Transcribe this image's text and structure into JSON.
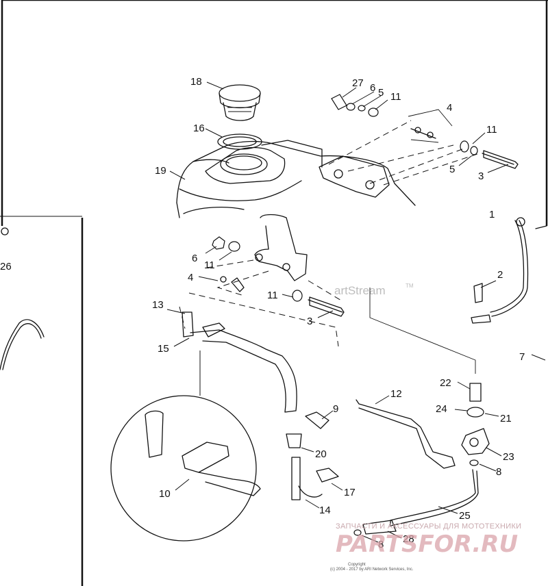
{
  "callouts": [
    {
      "id": "c18",
      "label": "18"
    },
    {
      "id": "c16",
      "label": "16"
    },
    {
      "id": "c19",
      "label": "19"
    },
    {
      "id": "c27",
      "label": "27"
    },
    {
      "id": "c6a",
      "label": "6"
    },
    {
      "id": "c5a",
      "label": "5"
    },
    {
      "id": "c11a",
      "label": "11"
    },
    {
      "id": "c4a",
      "label": "4"
    },
    {
      "id": "c11b",
      "label": "11"
    },
    {
      "id": "c5b",
      "label": "5"
    },
    {
      "id": "c3a",
      "label": "3"
    },
    {
      "id": "c1",
      "label": "1"
    },
    {
      "id": "c26",
      "label": "26"
    },
    {
      "id": "c6b",
      "label": "6"
    },
    {
      "id": "c11c",
      "label": "11"
    },
    {
      "id": "c4b",
      "label": "4"
    },
    {
      "id": "c11d",
      "label": "11"
    },
    {
      "id": "c3b",
      "label": "3"
    },
    {
      "id": "c2",
      "label": "2"
    },
    {
      "id": "c13",
      "label": "13"
    },
    {
      "id": "c15",
      "label": "15"
    },
    {
      "id": "c7",
      "label": "7"
    },
    {
      "id": "c22",
      "label": "22"
    },
    {
      "id": "c12",
      "label": "12"
    },
    {
      "id": "c24",
      "label": "24"
    },
    {
      "id": "c21",
      "label": "21"
    },
    {
      "id": "c9",
      "label": "9"
    },
    {
      "id": "c20",
      "label": "20"
    },
    {
      "id": "c23",
      "label": "23"
    },
    {
      "id": "c8a",
      "label": "8"
    },
    {
      "id": "c10",
      "label": "10"
    },
    {
      "id": "c17",
      "label": "17"
    },
    {
      "id": "c14",
      "label": "14"
    },
    {
      "id": "c25",
      "label": "25"
    },
    {
      "id": "c28",
      "label": "28"
    },
    {
      "id": "c8b",
      "label": "8"
    }
  ],
  "watermark": {
    "artstream": "artStream",
    "artstream_tm": "TM",
    "shop_caption": "ЗАПЧАСТИ И АКСЕССУАРЫ ДЛЯ МОТОТЕХНИКИ",
    "logo_text": "PARTSFOR.RU",
    "copyright_title": "Copyright",
    "copyright_line": "(c) 2004 - 2017 by ARI Network Services, Inc."
  },
  "colors": {
    "line": "#111111",
    "watermark_red": "#d9a3aa",
    "watermark_gray": "#bdbdbd"
  }
}
